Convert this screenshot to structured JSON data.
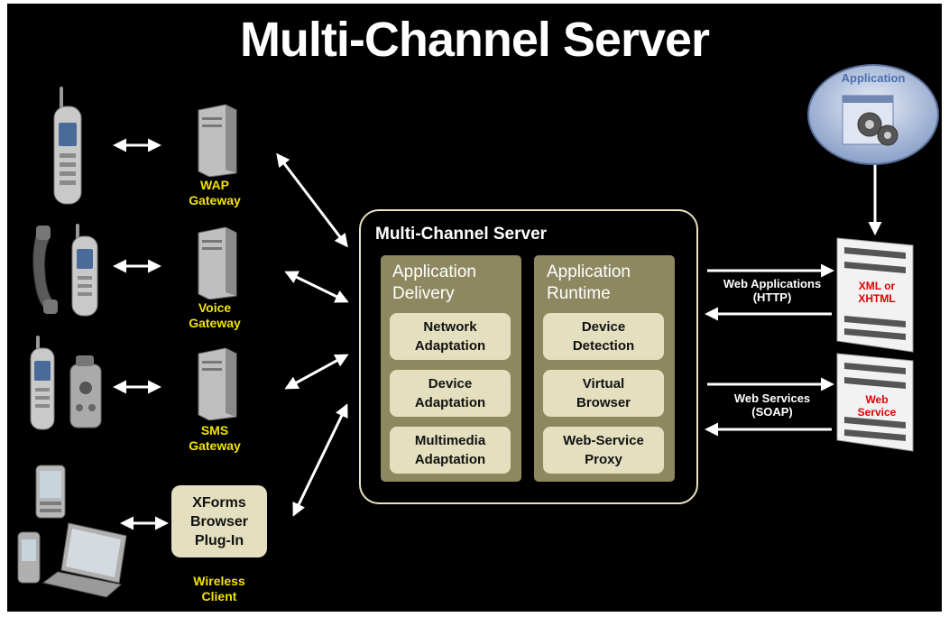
{
  "title": "Multi-Channel Server",
  "gateways": {
    "wap": "WAP\nGateway",
    "voice": "Voice\nGateway",
    "sms": "SMS\nGateway"
  },
  "wireless_client": {
    "plugin": "XForms\nBrowser\nPlug-In",
    "label": "Wireless\nClient"
  },
  "server": {
    "title": "Multi-Channel Server",
    "delivery": {
      "title": "Application\nDelivery",
      "items": [
        "Network\nAdaptation",
        "Device\nAdaptation",
        "Multimedia\nAdaptation"
      ]
    },
    "runtime": {
      "title": "Application\nRuntime",
      "items": [
        "Device\nDetection",
        "Virtual\nBrowser",
        "Web-Service\nProxy"
      ]
    }
  },
  "application": {
    "label": "Application"
  },
  "web_apps": {
    "label": "Web Applications\n(HTTP)",
    "doc": "XML or\nXHTML"
  },
  "web_services": {
    "label": "Web Services\n(SOAP)",
    "doc": "Web\nService"
  }
}
